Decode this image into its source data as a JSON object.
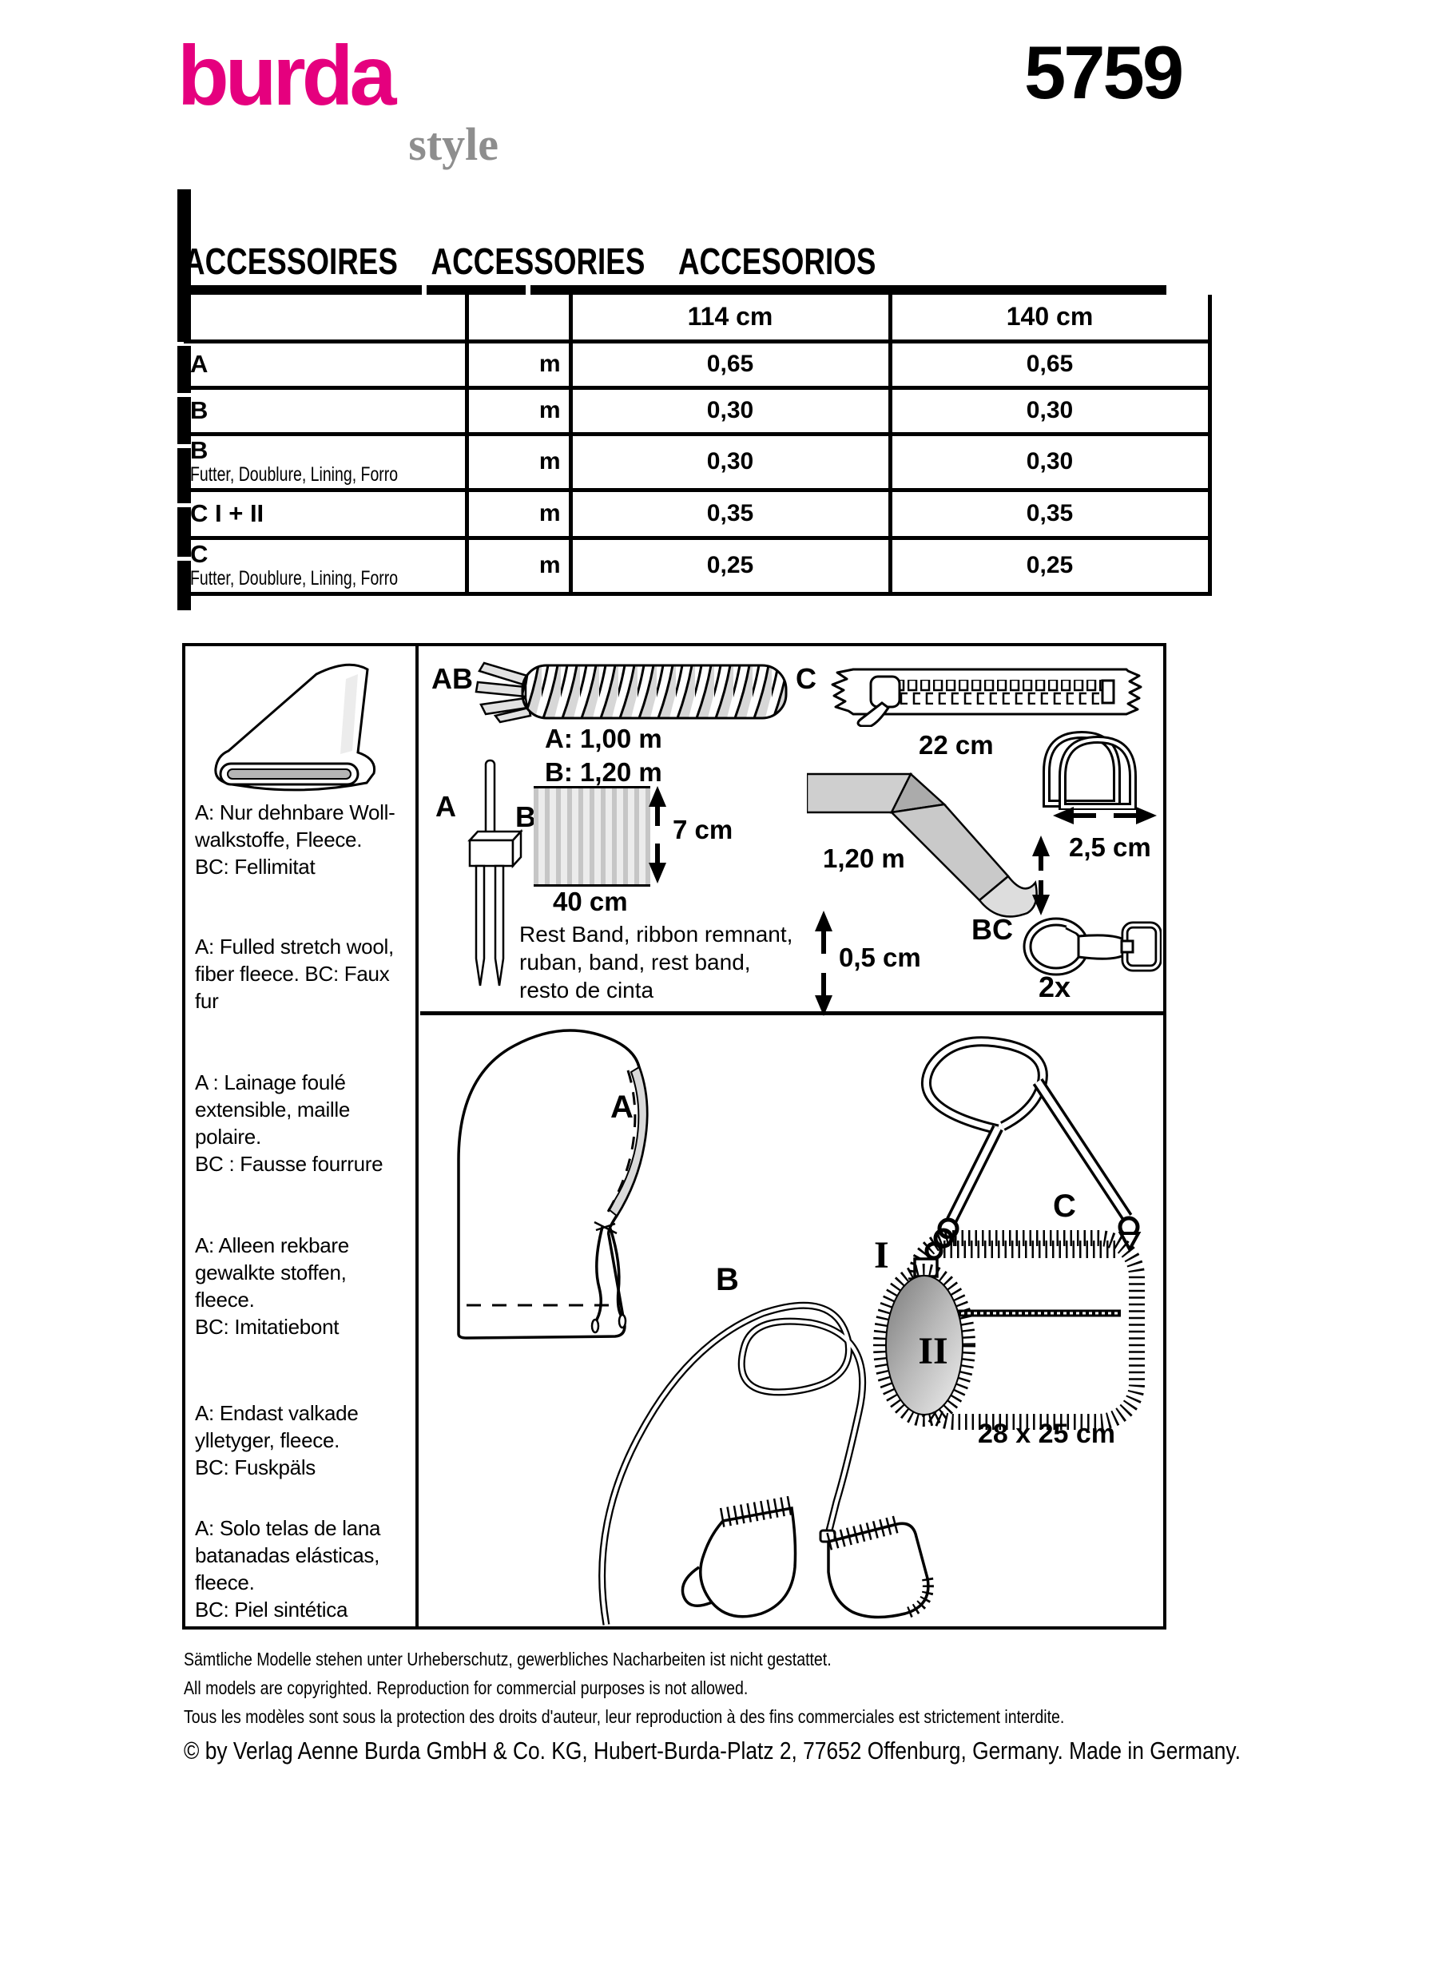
{
  "brand": {
    "logo_main": "burda",
    "logo_sub": "style",
    "logo_color": "#E5007E",
    "logo_sub_color": "#8E8E8E",
    "pattern_number": "5759"
  },
  "heading": {
    "word_de": "ACCESSOIRES",
    "word_en": "ACCESSORIES",
    "word_es": "ACCESORIOS"
  },
  "table": {
    "col_114": "114 cm",
    "col_140": "140 cm",
    "rows": [
      {
        "label": "A",
        "sublabel": "",
        "unit": "m",
        "w114": "0,65",
        "w140": "0,65"
      },
      {
        "label": "B",
        "sublabel": "",
        "unit": "m",
        "w114": "0,30",
        "w140": "0,30"
      },
      {
        "label": "B",
        "sublabel": "Futter, Doublure, Lining, Forro",
        "unit": "m",
        "w114": "0,30",
        "w140": "0,30"
      },
      {
        "label": "C I + II",
        "sublabel": "",
        "unit": "m",
        "w114": "0,35",
        "w140": "0,35"
      },
      {
        "label": "C",
        "sublabel": "Futter, Doublure, Lining, Forro",
        "unit": "m",
        "w114": "0,25",
        "w140": "0,25"
      }
    ]
  },
  "fabric_info": {
    "blocks": [
      "A: Nur dehnbare Woll-\nwalkstoffe, Fleece.\nBC: Fellimitat",
      "A: Fulled stretch wool,\nfiber fleece. BC: Faux\nfur",
      "A : Lainage foulé\nextensible, maille\npolaire.\nBC : Fausse fourrure",
      "A: Alleen rekbare\ngewalkte stoffen,\nfleece.\nBC: Imitatiebont",
      "A: Endast valkade\nylletyger, fleece.\nBC: Fuskpäls",
      "A: Solo telas de lana\nbatanadas elásticas,\nfleece.\nBC: Piel sintética"
    ]
  },
  "notions": {
    "cord_label": "AB",
    "cord_length_a": "A: 1,00 m",
    "cord_length_b": "B: 1,20 m",
    "zipper_label": "C",
    "zipper_length": "22 cm",
    "needle_label": "A",
    "band_label": "B",
    "band_height": "7 cm",
    "band_width": "40 cm",
    "band_note": "Rest Band, ribbon remnant,\nruban, band, rest band,\nresto de cinta",
    "ribbon_length": "1,20 m",
    "narrow_band_width": "0,5 cm",
    "dring_width": "2,5 cm",
    "hook_label": "BC",
    "hook_quantity": "2x"
  },
  "garments": {
    "hood_label": "A",
    "mittens_label": "B",
    "bag_label": "C",
    "bag_view_1": "I",
    "bag_view_2": "II",
    "bag_size": "28 x 25 cm"
  },
  "footer": {
    "line_de": "Sämtliche Modelle stehen unter Urheberschutz, gewerbliches Nacharbeiten ist nicht gestattet.",
    "line_en": "All models are copyrighted. Reproduction for commercial purposes is not allowed.",
    "line_fr": "Tous les modèles sont sous la protection des droits d'auteur, leur reproduction à des fins commerciales est strictement interdite.",
    "copyright": "© by Verlag Aenne Burda GmbH & Co. KG, Hubert-Burda-Platz 2, 77652 Offenburg, Germany. Made in Germany."
  }
}
